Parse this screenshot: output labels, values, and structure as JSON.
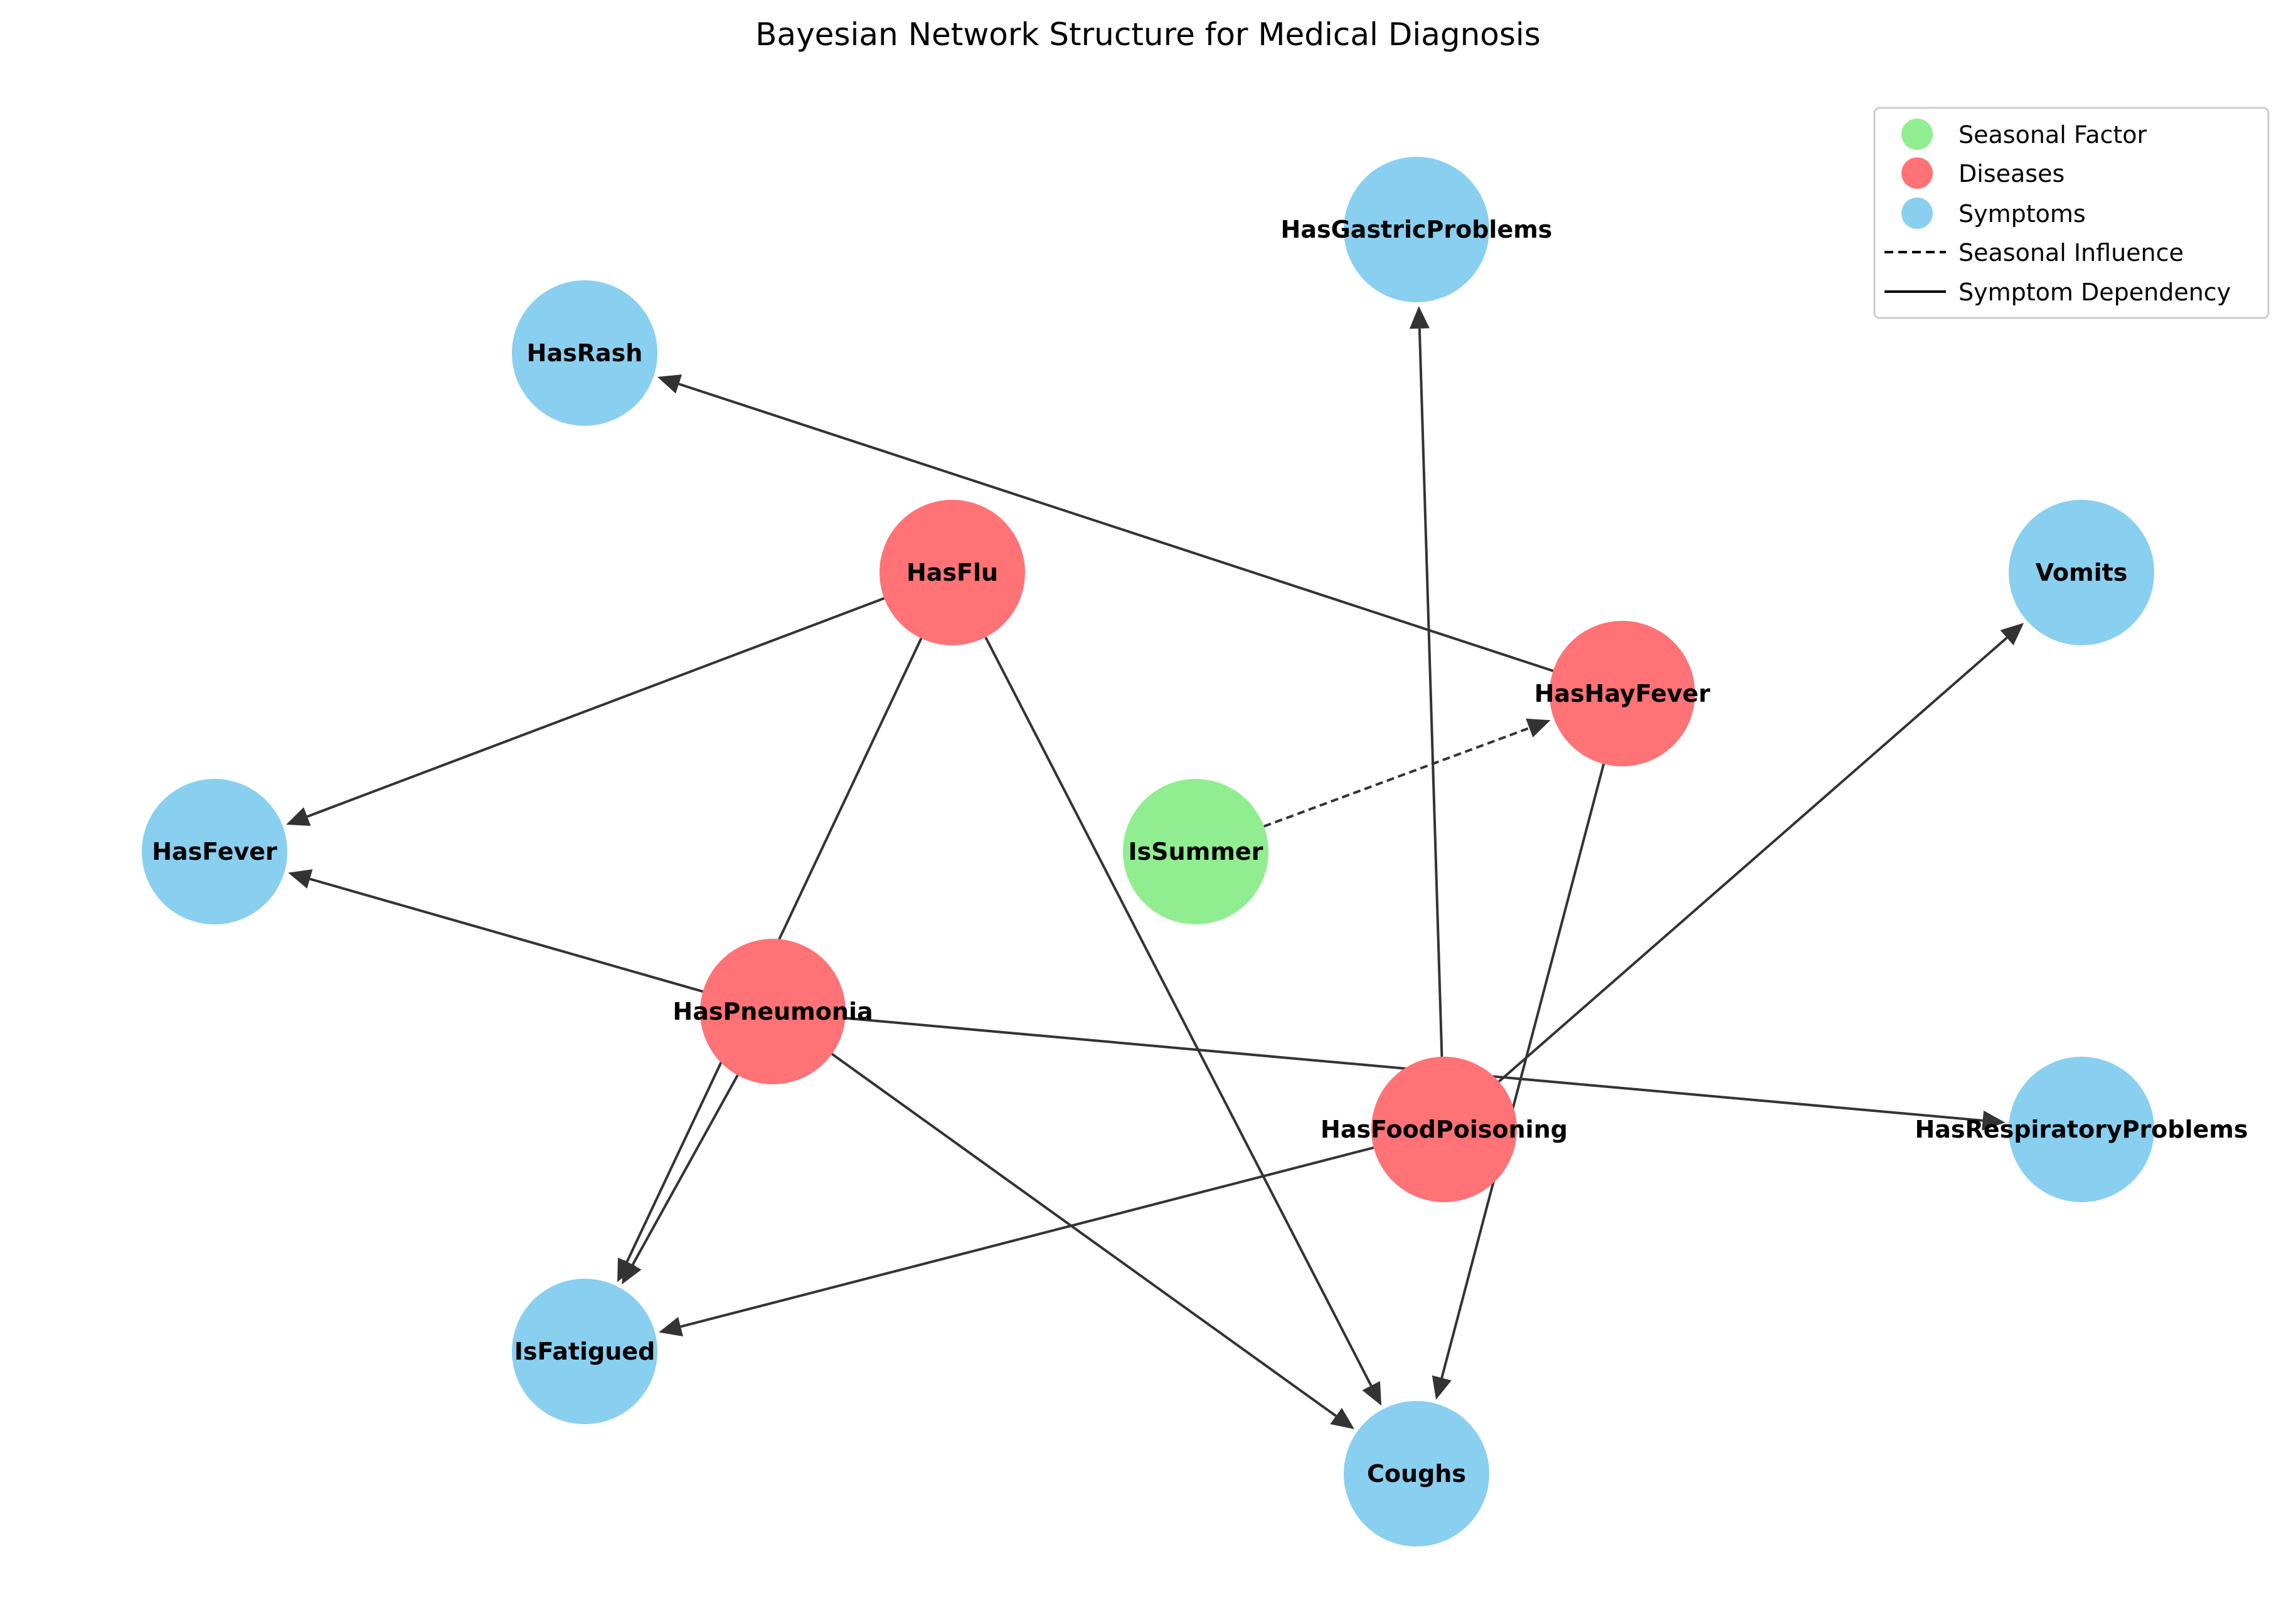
{
  "title": "Bayesian Network Structure for Medical Diagnosis",
  "colors": {
    "seasonal": "#90EE90",
    "disease": "#FF7276",
    "symptom": "#89CFF0",
    "edge": "#333333"
  },
  "legend": {
    "seasonal_factor": "Seasonal Factor",
    "diseases": "Diseases",
    "symptoms": "Symptoms",
    "seasonal_influence": "Seasonal Influence",
    "symptom_dependency": "Symptom Dependency"
  },
  "nodes": {
    "IsSummer": {
      "label": "IsSummer",
      "group": "seasonal"
    },
    "HasFlu": {
      "label": "HasFlu",
      "group": "disease"
    },
    "HasHayFever": {
      "label": "HasHayFever",
      "group": "disease"
    },
    "HasPneumonia": {
      "label": "HasPneumonia",
      "group": "disease"
    },
    "HasFoodPoisoning": {
      "label": "HasFoodPoisoning",
      "group": "disease"
    },
    "HasGastricProblems": {
      "label": "HasGastricProblems",
      "group": "symptom"
    },
    "HasRash": {
      "label": "HasRash",
      "group": "symptom"
    },
    "Vomits": {
      "label": "Vomits",
      "group": "symptom"
    },
    "HasFever": {
      "label": "HasFever",
      "group": "symptom"
    },
    "HasRespiratoryProblems": {
      "label": "HasRespiratoryProblems",
      "group": "symptom"
    },
    "IsFatigued": {
      "label": "IsFatigued",
      "group": "symptom"
    },
    "Coughs": {
      "label": "Coughs",
      "group": "symptom"
    }
  },
  "edges": [
    {
      "from": "IsSummer",
      "to": "HasHayFever",
      "type": "seasonal_influence"
    },
    {
      "from": "HasFlu",
      "to": "HasFever",
      "type": "symptom_dependency"
    },
    {
      "from": "HasFlu",
      "to": "Coughs",
      "type": "symptom_dependency"
    },
    {
      "from": "HasFlu",
      "to": "IsFatigued",
      "type": "symptom_dependency"
    },
    {
      "from": "HasHayFever",
      "to": "HasRash",
      "type": "symptom_dependency"
    },
    {
      "from": "HasHayFever",
      "to": "Coughs",
      "type": "symptom_dependency"
    },
    {
      "from": "HasPneumonia",
      "to": "HasFever",
      "type": "symptom_dependency"
    },
    {
      "from": "HasPneumonia",
      "to": "HasRespiratoryProblems",
      "type": "symptom_dependency"
    },
    {
      "from": "HasPneumonia",
      "to": "IsFatigued",
      "type": "symptom_dependency"
    },
    {
      "from": "HasPneumonia",
      "to": "Coughs",
      "type": "symptom_dependency"
    },
    {
      "from": "HasFoodPoisoning",
      "to": "HasGastricProblems",
      "type": "symptom_dependency"
    },
    {
      "from": "HasFoodPoisoning",
      "to": "Vomits",
      "type": "symptom_dependency"
    },
    {
      "from": "HasFoodPoisoning",
      "to": "IsFatigued",
      "type": "symptom_dependency"
    }
  ]
}
